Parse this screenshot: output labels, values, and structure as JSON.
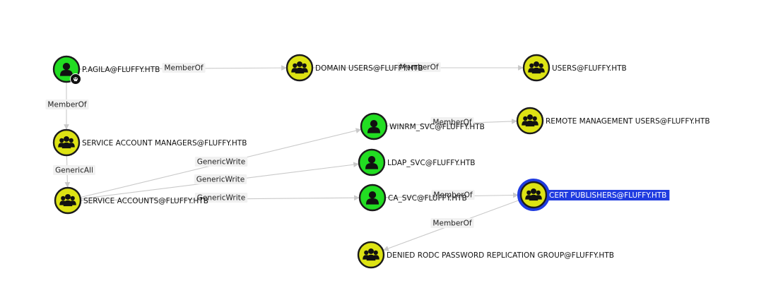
{
  "graph": {
    "colors": {
      "user_fill": "#22dd22",
      "group_fill": "#dde314",
      "node_stroke": "#1b1b1b",
      "edge_stroke": "#c9c9c9",
      "edge_label_bg": "#f1f1f1",
      "selected_ring": "#1f3be0",
      "selected_label_bg": "#1f3be0",
      "selected_label_text": "#ffffff"
    },
    "nodes": [
      {
        "id": "p_agila",
        "label": "P.AGILA@FLUFFY.HTB",
        "kind": "user",
        "icon": "user-icon",
        "badge": "skull-icon",
        "selected": false
      },
      {
        "id": "domain_users",
        "label": "DOMAIN USERS@FLUFFY.HTB",
        "kind": "group",
        "icon": "group-icon",
        "selected": false
      },
      {
        "id": "users",
        "label": "USERS@FLUFFY.HTB",
        "kind": "group",
        "icon": "group-icon",
        "selected": false
      },
      {
        "id": "sam",
        "label": "SERVICE ACCOUNT MANAGERS@FLUFFY.HTB",
        "kind": "group",
        "icon": "group-icon",
        "selected": false
      },
      {
        "id": "winrm_svc",
        "label": "WINRM_SVC@FLUFFY.HTB",
        "kind": "user",
        "icon": "user-icon",
        "selected": false
      },
      {
        "id": "rmu",
        "label": "REMOTE MANAGEMENT USERS@FLUFFY.HTB",
        "kind": "group",
        "icon": "group-icon",
        "selected": false
      },
      {
        "id": "ldap_svc",
        "label": "LDAP_SVC@FLUFFY.HTB",
        "kind": "user",
        "icon": "user-icon",
        "selected": false
      },
      {
        "id": "service_accounts",
        "label": "SERVICE ACCOUNTS@FLUFFY.HTB",
        "kind": "group",
        "icon": "group-icon",
        "selected": false
      },
      {
        "id": "ca_svc",
        "label": "CA_SVC@FLUFFY.HTB",
        "kind": "user",
        "icon": "user-icon",
        "selected": false
      },
      {
        "id": "cert_publishers",
        "label": "CERT PUBLISHERS@FLUFFY.HTB",
        "kind": "group",
        "icon": "group-icon",
        "selected": true
      },
      {
        "id": "denied_rodc",
        "label": "DENIED RODC PASSWORD REPLICATION GROUP@FLUFFY.HTB",
        "kind": "group",
        "icon": "group-icon",
        "selected": false
      }
    ],
    "edges": [
      {
        "id": "e1",
        "from": "p_agila",
        "to": "domain_users",
        "label": "MemberOf"
      },
      {
        "id": "e2",
        "from": "domain_users",
        "to": "users",
        "label": "MemberOf"
      },
      {
        "id": "e3",
        "from": "p_agila",
        "to": "sam",
        "label": "MemberOf"
      },
      {
        "id": "e4",
        "from": "sam",
        "to": "service_accounts",
        "label": "GenericAll"
      },
      {
        "id": "e5",
        "from": "service_accounts",
        "to": "winrm_svc",
        "label": "GenericWrite"
      },
      {
        "id": "e6",
        "from": "service_accounts",
        "to": "ldap_svc",
        "label": "GenericWrite"
      },
      {
        "id": "e7",
        "from": "service_accounts",
        "to": "ca_svc",
        "label": "GenericWrite"
      },
      {
        "id": "e8",
        "from": "winrm_svc",
        "to": "rmu",
        "label": "MemberOf"
      },
      {
        "id": "e9",
        "from": "ca_svc",
        "to": "cert_publishers",
        "label": "MemberOf"
      },
      {
        "id": "e10",
        "from": "cert_publishers",
        "to": "denied_rodc",
        "label": "MemberOf"
      }
    ]
  }
}
